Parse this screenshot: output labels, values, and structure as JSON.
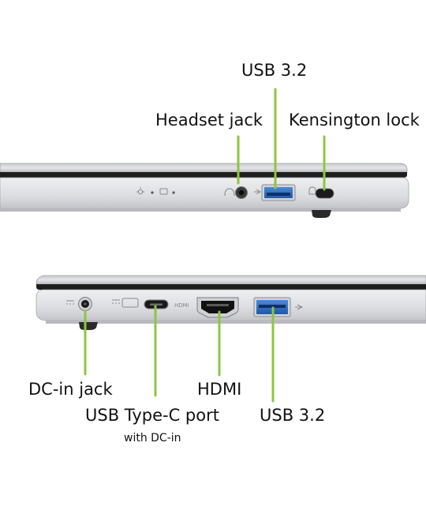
{
  "labels": {
    "usb_top": "USB 3.2",
    "headset": "Headset jack",
    "kensington": "Kensington lock",
    "dc_in": "DC-in jack",
    "hdmi": "HDMI",
    "usb_c": "USB Type-C port",
    "usb_c_sub": "with DC-in",
    "usb_bottom": "USB 3.2"
  },
  "port_markings": {
    "hdmi": "HDMI"
  },
  "colors": {
    "leader": "#8dc63f",
    "usb_blue": "#2f6fc4",
    "chassis": "#d9dade",
    "chassis_dark": "#1e1e1e",
    "text": "#111111"
  }
}
